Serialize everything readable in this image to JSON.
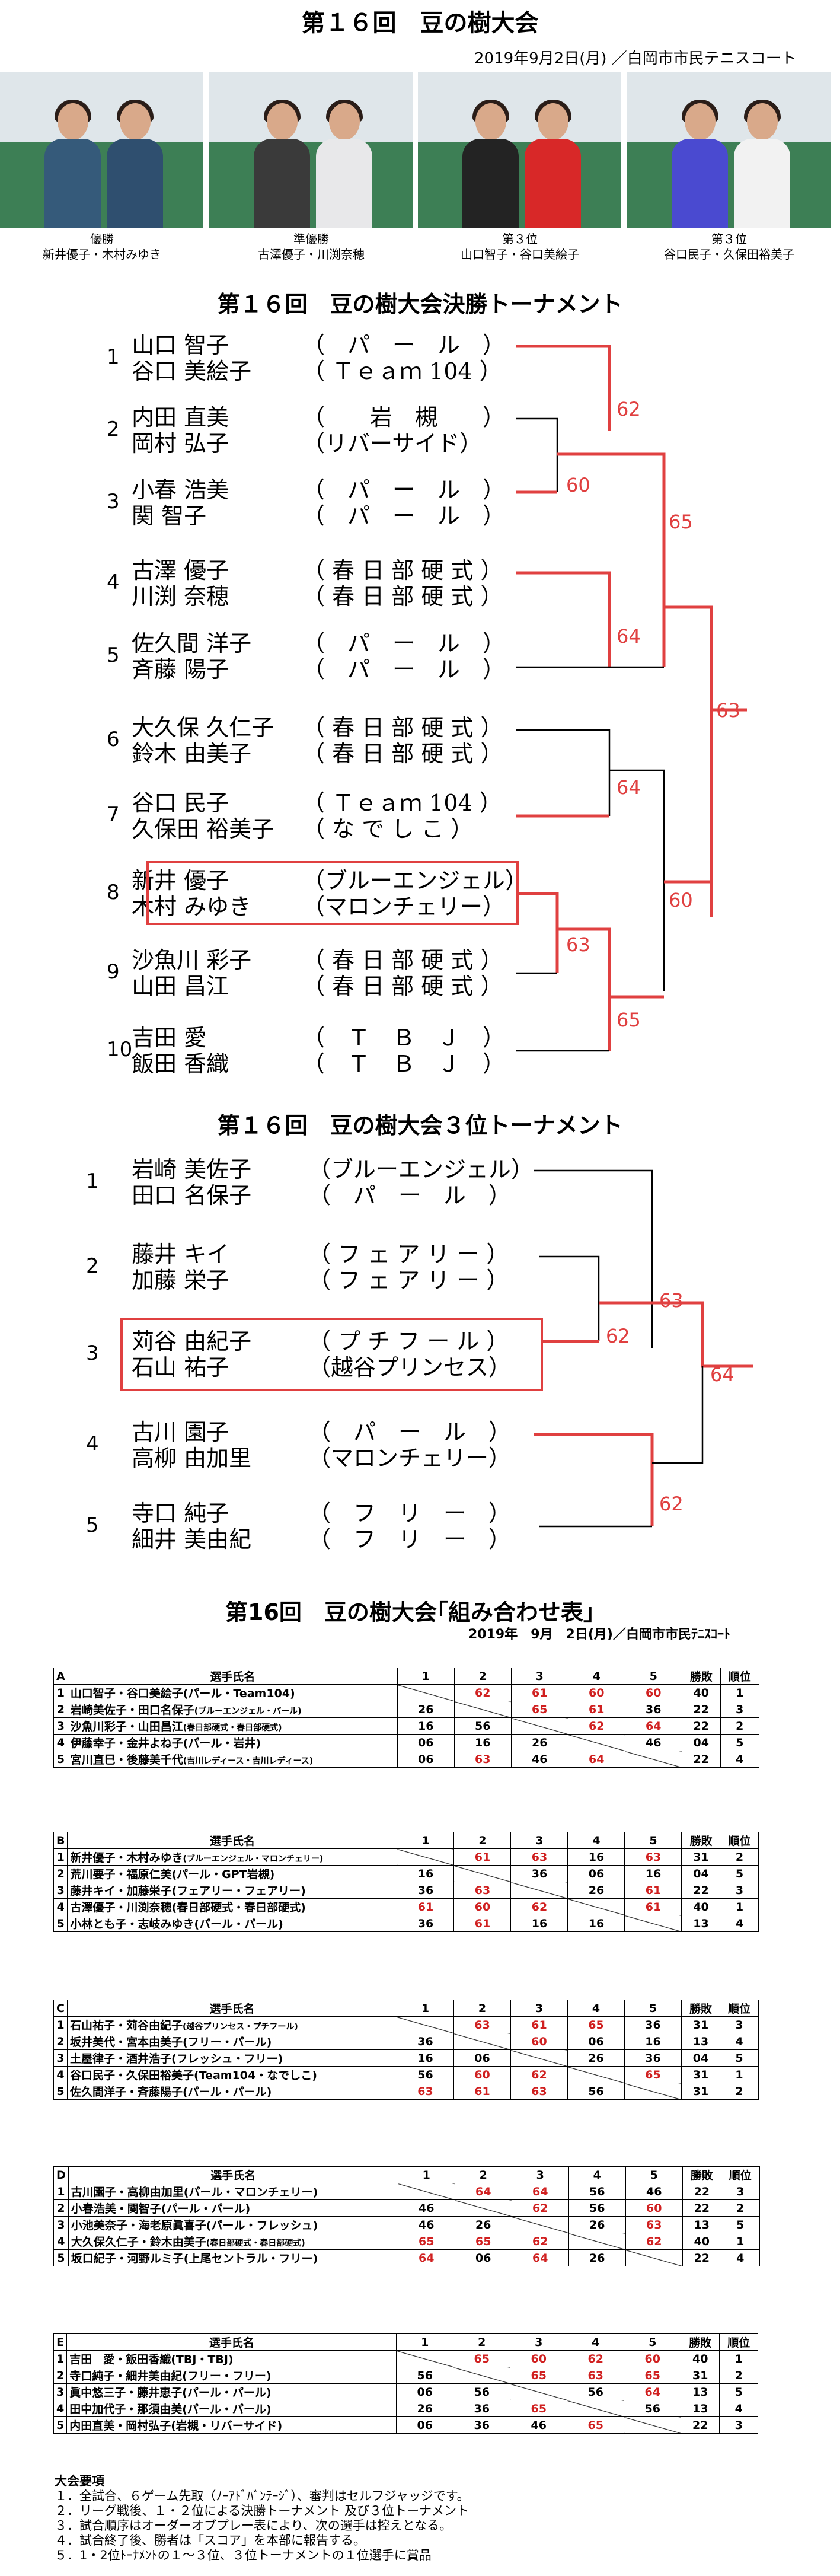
{
  "header": {
    "title": "第１６回　豆の樹大会",
    "date_venue": "2019年9月2日(月) ／白岡市市民テニスコート"
  },
  "photos": [
    {
      "rank": "優勝",
      "names": "新井優子・木村みゆき"
    },
    {
      "rank": "準優勝",
      "names": "古澤優子・川渕奈穂"
    },
    {
      "rank": "第３位",
      "names": "山口智子・谷口美絵子"
    },
    {
      "rank": "第３位",
      "names": "谷口民子・久保田裕美子"
    }
  ],
  "final": {
    "title": "第１６回　豆の樹大会決勝トーナメント",
    "entries": [
      {
        "seed": "1",
        "p1": "山口 智子",
        "c1": "（　パ　ー　ル　）",
        "p2": "谷口 美絵子",
        "c2": "（ Ｔｅａｍ 104 ）"
      },
      {
        "seed": "2",
        "p1": "内田 直美",
        "c1": "（　　岩　槻　　）",
        "p2": "岡村 弘子",
        "c2": "（リバーサイド）"
      },
      {
        "seed": "3",
        "p1": "小春 浩美",
        "c1": "（　パ　ー　ル　）",
        "p2": "関 智子",
        "c2": "（　パ　ー　ル　）"
      },
      {
        "seed": "4",
        "p1": "古澤 優子",
        "c1": "（ 春 日 部 硬 式 ）",
        "p2": "川渕 奈穂",
        "c2": "（ 春 日 部 硬 式 ）"
      },
      {
        "seed": "5",
        "p1": "佐久間 洋子",
        "c1": "（　パ　ー　ル　）",
        "p2": "斉藤 陽子",
        "c2": "（　パ　ー　ル　）"
      },
      {
        "seed": "6",
        "p1": "大久保 久仁子",
        "c1": "（ 春 日 部 硬 式 ）",
        "p2": "鈴木 由美子",
        "c2": "（ 春 日 部 硬 式 ）"
      },
      {
        "seed": "7",
        "p1": "谷口 民子",
        "c1": "（ Ｔｅａｍ 104 ）",
        "p2": "久保田 裕美子",
        "c2": "（ な で し こ ）"
      },
      {
        "seed": "8",
        "p1": "新井 優子",
        "c1": "（ブルーエンジェル）",
        "p2": "木村 みゆき",
        "c2": "（マロンチェリー）"
      },
      {
        "seed": "9",
        "p1": "沙魚川 彩子",
        "c1": "（ 春 日 部 硬 式 ）",
        "p2": "山田 昌江",
        "c2": "（ 春 日 部 硬 式 ）"
      },
      {
        "seed": "10",
        "p1": "吉田 愛",
        "c1": "（　Ｔ　Ｂ　Ｊ　）",
        "p2": "飯田 香織",
        "c2": "（　Ｔ　Ｂ　Ｊ　）"
      }
    ],
    "scores": [
      "62",
      "60",
      "65",
      "64",
      "63",
      "64",
      "60",
      "63",
      "65"
    ]
  },
  "third": {
    "title": "第１６回　豆の樹大会３位トーナメント",
    "entries": [
      {
        "seed": "1",
        "p1": "岩崎 美佐子",
        "c1": "（ブルーエンジェル）",
        "p2": "田口 名保子",
        "c2": "（　パ　ー　ル　）"
      },
      {
        "seed": "2",
        "p1": "藤井 キイ",
        "c1": "（ フ ェ ア リ ー ）",
        "p2": "加藤 栄子",
        "c2": "（ フ ェ ア リ ー ）"
      },
      {
        "seed": "3",
        "p1": "苅谷 由紀子",
        "c1": "（ プ チ フ ー ル ）",
        "p2": "石山 祐子",
        "c2": "（越谷プリンセス）"
      },
      {
        "seed": "4",
        "p1": "古川 園子",
        "c1": "（　パ　ー　ル　）",
        "p2": "高柳 由加里",
        "c2": "（マロンチェリー）"
      },
      {
        "seed": "5",
        "p1": "寺口 純子",
        "c1": "（　フ　リ　ー　）",
        "p2": "細井 美由紀",
        "c2": "（　フ　リ　ー　）"
      }
    ],
    "scores": [
      "63",
      "62",
      "64",
      "62"
    ]
  },
  "groups": {
    "title": "第16回　豆の樹大会｢組み合わせ表｣",
    "date_venue": "2019年　9月　2日(月)／白岡市市民ﾃﾆｽｺｰﾄ",
    "col_name": "選手氏名",
    "cols": [
      "1",
      "2",
      "3",
      "4",
      "5"
    ],
    "col_wl": "勝敗",
    "col_rank": "順位",
    "list": [
      {
        "letter": "A",
        "rows": [
          {
            "n": "1",
            "name": "山口智子・谷口美絵子(パール・Team104)",
            "s": [
              "",
              "62",
              "61",
              "60",
              "60"
            ],
            "wl": "40",
            "rank": "1"
          },
          {
            "n": "2",
            "name": "岩崎美佐子・田口名保子",
            "small": "(ブルーエンジェル・パール)",
            "s": [
              "26",
              "",
              "65",
              "61",
              "36"
            ],
            "wl": "22",
            "rank": "3"
          },
          {
            "n": "3",
            "name": "沙魚川彩子・山田昌江",
            "small": "(春日部硬式・春日部硬式)",
            "s": [
              "16",
              "56",
              "",
              "62",
              "64"
            ],
            "wl": "22",
            "rank": "2"
          },
          {
            "n": "4",
            "name": "伊藤幸子・金井よね子(パール・岩井)",
            "s": [
              "06",
              "16",
              "26",
              "",
              "46"
            ],
            "wl": "04",
            "rank": "5"
          },
          {
            "n": "5",
            "name": "宮川直巳・後藤美千代",
            "small": "(吉川レディース・吉川レディース)",
            "s": [
              "06",
              "63",
              "46",
              "64",
              ""
            ],
            "wl": "22",
            "rank": "4"
          }
        ]
      },
      {
        "letter": "B",
        "rows": [
          {
            "n": "1",
            "name": "新井優子・木村みゆき",
            "small": "(ブルーエンジェル・マロンチェリー)",
            "s": [
              "",
              "61",
              "63",
              "16",
              "63"
            ],
            "wl": "31",
            "rank": "2"
          },
          {
            "n": "2",
            "name": "荒川要子・福原仁美(パール・GPT岩槻)",
            "s": [
              "16",
              "",
              "36",
              "06",
              "16"
            ],
            "wl": "04",
            "rank": "5"
          },
          {
            "n": "3",
            "name": "藤井キイ・加藤栄子(フェアリー・フェアリー)",
            "s": [
              "36",
              "63",
              "",
              "26",
              "61"
            ],
            "wl": "22",
            "rank": "3"
          },
          {
            "n": "4",
            "name": "古澤優子・川渕奈穂(春日部硬式・春日部硬式)",
            "s": [
              "61",
              "60",
              "62",
              "",
              "61"
            ],
            "wl": "40",
            "rank": "1"
          },
          {
            "n": "5",
            "name": "小林とも子・志岐みゆき(パール・パール)",
            "s": [
              "36",
              "61",
              "16",
              "16",
              ""
            ],
            "wl": "13",
            "rank": "4"
          }
        ]
      },
      {
        "letter": "C",
        "rows": [
          {
            "n": "1",
            "name": "石山祐子・苅谷由紀子",
            "small": "(越谷プリンセス・プチフール)",
            "s": [
              "",
              "63",
              "61",
              "65",
              "36"
            ],
            "wl": "31",
            "rank": "3"
          },
          {
            "n": "2",
            "name": "坂井美代・宮本由美子(フリー・パール)",
            "s": [
              "36",
              "",
              "60",
              "06",
              "16"
            ],
            "wl": "13",
            "rank": "4"
          },
          {
            "n": "3",
            "name": "土屋律子・酒井浩子(フレッシュ・フリー)",
            "s": [
              "16",
              "06",
              "",
              "26",
              "36"
            ],
            "wl": "04",
            "rank": "5"
          },
          {
            "n": "4",
            "name": "谷口民子・久保田裕美子(Team104・なでしこ)",
            "s": [
              "56",
              "60",
              "62",
              "",
              "65"
            ],
            "wl": "31",
            "rank": "1"
          },
          {
            "n": "5",
            "name": "佐久間洋子・斉藤陽子(パール・パール)",
            "s": [
              "63",
              "61",
              "63",
              "56",
              ""
            ],
            "wl": "31",
            "rank": "2"
          }
        ]
      },
      {
        "letter": "D",
        "rows": [
          {
            "n": "1",
            "name": "古川園子・高柳由加里(パール・マロンチェリー)",
            "s": [
              "",
              "64",
              "64",
              "56",
              "46"
            ],
            "wl": "22",
            "rank": "3"
          },
          {
            "n": "2",
            "name": "小春浩美・関智子(パール・パール)",
            "s": [
              "46",
              "",
              "62",
              "56",
              "60"
            ],
            "wl": "22",
            "rank": "2"
          },
          {
            "n": "3",
            "name": "小池美奈子・海老原眞喜子(パール・フレッシュ)",
            "s": [
              "46",
              "26",
              "",
              "26",
              "63"
            ],
            "wl": "13",
            "rank": "5"
          },
          {
            "n": "4",
            "name": "大久保久仁子・鈴木由美子",
            "small": "(春日部硬式・春日部硬式)",
            "s": [
              "65",
              "65",
              "62",
              "",
              "62"
            ],
            "wl": "40",
            "rank": "1"
          },
          {
            "n": "5",
            "name": "坂口紀子・河野ルミ子(上尾セントラル・フリー)",
            "s": [
              "64",
              "06",
              "64",
              "26",
              ""
            ],
            "wl": "22",
            "rank": "4"
          }
        ]
      },
      {
        "letter": "E",
        "rows": [
          {
            "n": "1",
            "name": "吉田　愛・飯田香織(TBJ・TBJ)",
            "s": [
              "",
              "65",
              "60",
              "62",
              "60"
            ],
            "wl": "40",
            "rank": "1"
          },
          {
            "n": "2",
            "name": "寺口純子・細井美由紀(フリー・フリー)",
            "s": [
              "56",
              "",
              "65",
              "63",
              "65"
            ],
            "wl": "31",
            "rank": "2"
          },
          {
            "n": "3",
            "name": "眞中悠三子・藤井恵子(パール・パール)",
            "s": [
              "06",
              "56",
              "",
              "56",
              "64"
            ],
            "wl": "13",
            "rank": "5"
          },
          {
            "n": "4",
            "name": "田中加代子・那須由美(パール・パール)",
            "s": [
              "26",
              "36",
              "65",
              "",
              "56"
            ],
            "wl": "13",
            "rank": "4"
          },
          {
            "n": "5",
            "name": "内田直美・岡村弘子(岩槻・リバーサイド)",
            "s": [
              "06",
              "36",
              "46",
              "65",
              ""
            ],
            "wl": "22",
            "rank": "3"
          }
        ]
      }
    ]
  },
  "notes": {
    "heading": "大会要項",
    "items": [
      "１．全試合、６ゲーム先取（ﾉｰｱﾄﾞﾊﾞﾝﾃｰｼﾞ）、審判はセルフジャッジです。",
      "２．リーグ戦後、１・２位による決勝トーナメント 及び３位トーナメント",
      "３．試合順序はオーダーオブプレー表により、次の選手は控えとなる。",
      "４．試合終了後、勝者は「スコア」を本部に報告する。",
      "５．1・2位ﾄｰﾅﾒﾝﾄの１～３位、３位トーナメントの１位選手に賞品"
    ]
  },
  "colors": {
    "bracket_red": "#e04040",
    "table_red": "#d02020"
  }
}
